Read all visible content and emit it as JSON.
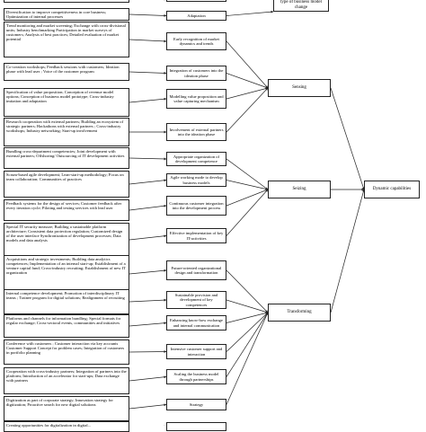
{
  "left_items": [
    {
      "id": "L0",
      "text": ""
    },
    {
      "id": "L1",
      "text": "Diversification to improve competitiveness in core business; Optimization of internal processes"
    },
    {
      "id": "L2",
      "text": "Trend monitoring and market screening; Exchange with cross-divisional units; Industry benchmarking Participation in market surveys of customers; Analysis of best practices; Detailed evaluation of market potential"
    },
    {
      "id": "L3",
      "text": "Co-creation workshops; Feedback sessions with customers; Ideation phase with lead user ; Voice of the customer program"
    },
    {
      "id": "L4",
      "text": "Specification of value proposition; Conception of revenue model options; Conception of business model prototype; Cross-industry imitation and adaptation"
    },
    {
      "id": "L5",
      "text": "Research cooperation with external partners; Building an ecosystem of strategic partners; Hackathons with external partners ; Cross-industry workshops; Industry networking; Start-up involvement"
    },
    {
      "id": "L6",
      "text": "Bundling cross-department competencies; Joint development with external partners; Offshoring/ Outsourcing of IT development activities"
    },
    {
      "id": "L7",
      "text": "Scrum-based agile development; Lean-start-up methodology; Focus on team collaboration; Communities of practices"
    },
    {
      "id": "L8",
      "text": "Feedback systems for the design of services; Customer feedback after every iteration cycle; Piloting and testing services with lead user"
    },
    {
      "id": "L9",
      "text": "Special IT security measure; Building a sustainable platform architecture; Consistent data protection regulation; Customized design of the user interface Synchronization of development processes; Data models and data analysis"
    },
    {
      "id": "L10",
      "text": "Acquisitions and strategic investments; Building data analytics competences; Implementation of an internal start-up; Establishment of a venture capital fund; Cross-industry recruiting; Establishment of new IT organization"
    },
    {
      "id": "L11",
      "text": "Internal competence development; Promotion of interdisciplinary IT teams ; Trainee program for digital solutions; Realignment of recruiting"
    },
    {
      "id": "L12",
      "text": "Platforms and channels for information bundling; Special formats for regular exchange; Cross-sectoral events, communities and initiatives"
    },
    {
      "id": "L13",
      "text": "Conference with customers ; Customer interaction via key accounts Customer Support Concept for problem cases; Integration of customers in portfolio planning"
    },
    {
      "id": "L14",
      "text": "Cooperation with cross-industry partners; Integration of partners into the platform; Introduction of an accelerator for start-ups; Data exchange with partners"
    },
    {
      "id": "L15",
      "text": "Digitization as part of corporate strategy; Innovation strategy for digitization; Proactive search for new digital solutions"
    },
    {
      "id": "L16",
      "text": "Creating opportunities for digitalization in digital..."
    }
  ],
  "mid_items": [
    {
      "id": "M0",
      "text": ""
    },
    {
      "id": "M1",
      "text": "Adaptation"
    },
    {
      "id": "M2",
      "text": "Early recognition of market dynamics and trends"
    },
    {
      "id": "M3",
      "text": "Integration of customers into the ideation phase"
    },
    {
      "id": "M4",
      "text": "Modelling value proposition and value capturing mechanism"
    },
    {
      "id": "M5",
      "text": "Involvement of external partners into the ideation phase"
    },
    {
      "id": "M6",
      "text": "Appropriate organization of development competence"
    },
    {
      "id": "M7",
      "text": "Agile working mode to develop business models"
    },
    {
      "id": "M8",
      "text": "Continuous customer integration into the development process"
    },
    {
      "id": "M9",
      "text": "Effective implementation of key IT-activities"
    },
    {
      "id": "M10",
      "text": "Future-oriented organizational design and transformation"
    },
    {
      "id": "M11",
      "text": "Sustainable provision and development of key competences"
    },
    {
      "id": "M12",
      "text": "Enhancing know-how exchange and internal communication"
    },
    {
      "id": "M13",
      "text": "Intensive customer support and interaction"
    },
    {
      "id": "M14",
      "text": "Scaling the business model through partnerships"
    },
    {
      "id": "M15",
      "text": "Strategy"
    },
    {
      "id": "M16",
      "text": ""
    }
  ],
  "type_box": {
    "id": "T",
    "text": "type of business model change"
  },
  "capabilities": [
    {
      "id": "C1",
      "text": "Sensing"
    },
    {
      "id": "C2",
      "text": "Seizing"
    },
    {
      "id": "C3",
      "text": "Transforming"
    }
  ],
  "outcome": {
    "id": "D",
    "text": "Dynamic capabilities"
  }
}
